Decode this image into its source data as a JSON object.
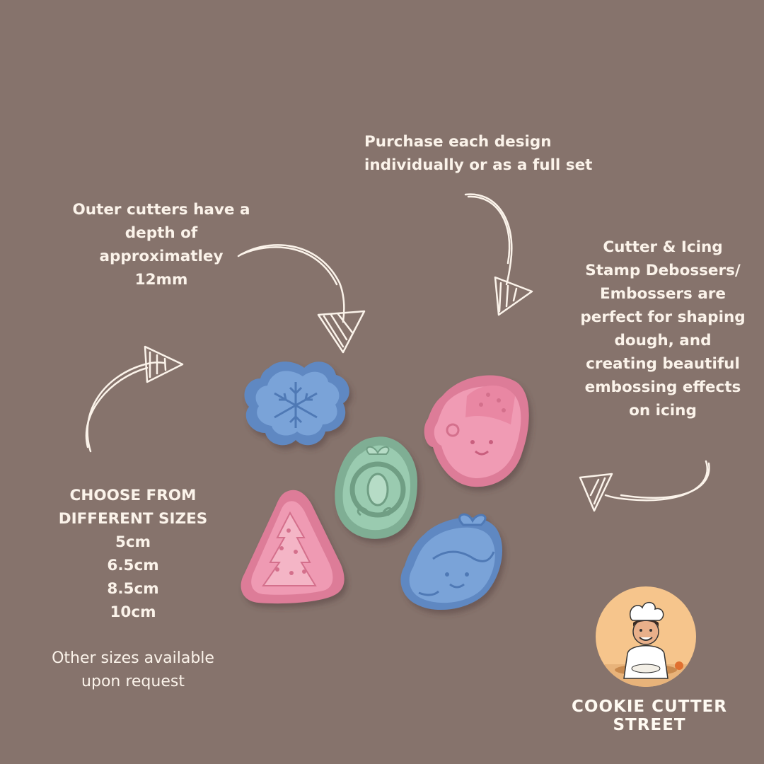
{
  "callouts": {
    "purchase": [
      "Purchase each design",
      "individually or as a full set"
    ],
    "depth": [
      "Outer cutters have a",
      "depth of",
      "approximatley",
      "12mm"
    ],
    "embossers": [
      "Cutter & Icing",
      "Stamp Debossers/",
      "Embossers are",
      "perfect for shaping",
      "dough, and",
      "creating beautiful",
      "embossing effects",
      "on icing"
    ],
    "sizes": [
      "CHOOSE FROM",
      "DIFFERENT SIZES",
      "5cm",
      "6.5cm",
      "8.5cm",
      "10cm"
    ],
    "other": [
      "Other sizes available",
      "upon request"
    ]
  },
  "brand": {
    "name": "COOKIE CUTTER STREET"
  },
  "colors": {
    "background": "#86736c",
    "text": "#fbf3ea",
    "cutter_blue": "#6f97cf",
    "cutter_pink": "#e98aa4",
    "cutter_green": "#8fc0a4",
    "logo_circle": "#f6c58c"
  },
  "products": [
    {
      "name": "snowflake cutter",
      "color": "cutter_blue"
    },
    {
      "name": "christmas tree cutter",
      "color": "cutter_pink"
    },
    {
      "name": "wreath cutter",
      "color": "cutter_green"
    },
    {
      "name": "elf girl cutter",
      "color": "cutter_pink"
    },
    {
      "name": "girl with bow cutter",
      "color": "cutter_blue"
    }
  ]
}
